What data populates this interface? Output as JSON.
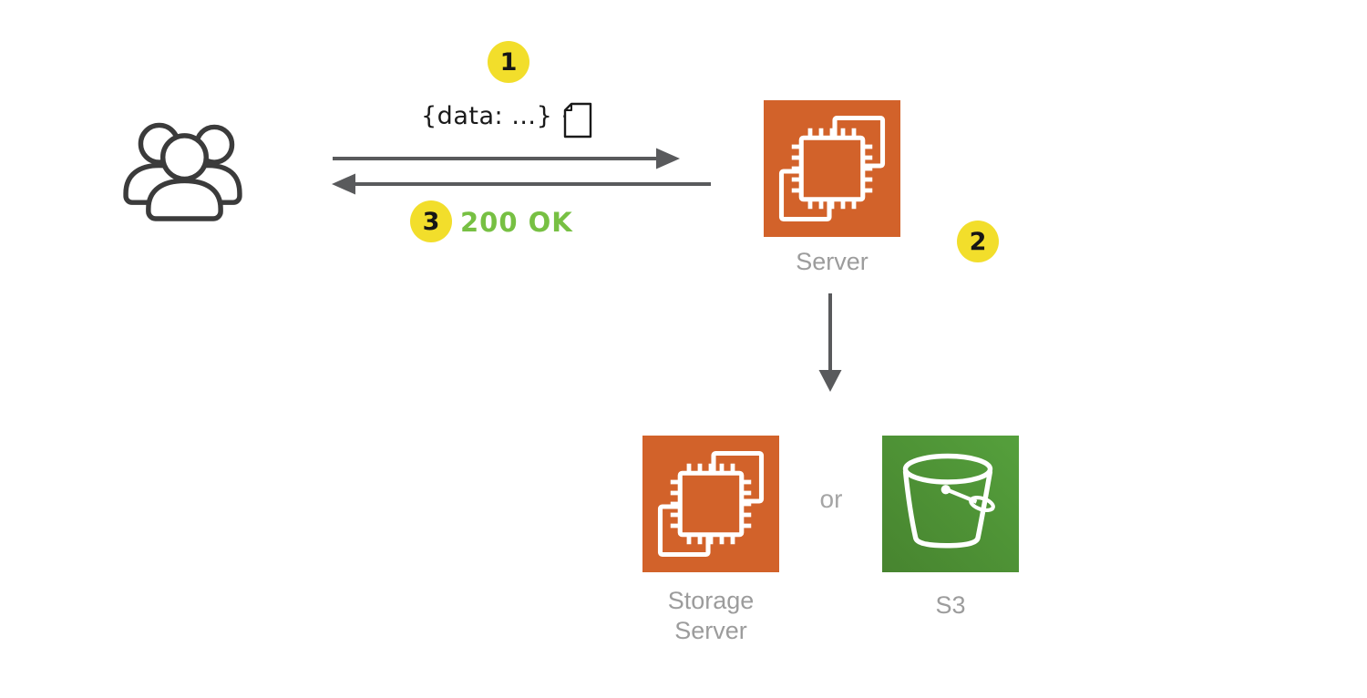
{
  "steps": {
    "step1": "1",
    "step2": "2",
    "step3": "3"
  },
  "labels": {
    "request": "{data: …} +",
    "response": "200 OK",
    "server": "Server",
    "storage_line1": "Storage",
    "storage_line2": "Server",
    "s3": "S3",
    "or": "or"
  },
  "icons": {
    "users": "users-group-icon",
    "server": "ec2-chip-icon",
    "storage_server": "ec2-chip-icon",
    "s3": "s3-bucket-icon",
    "document": "document-page-icon"
  },
  "colors": {
    "ec2_orange": "#D2622A",
    "s3_green_light": "#57A03C",
    "s3_green_dark": "#47842F",
    "badge_yellow": "#F2DE2B",
    "ok_green": "#77C043",
    "arrow_gray": "#595A5C",
    "label_gray": "#9C9C9C",
    "users_stroke": "#3B3B3B"
  }
}
